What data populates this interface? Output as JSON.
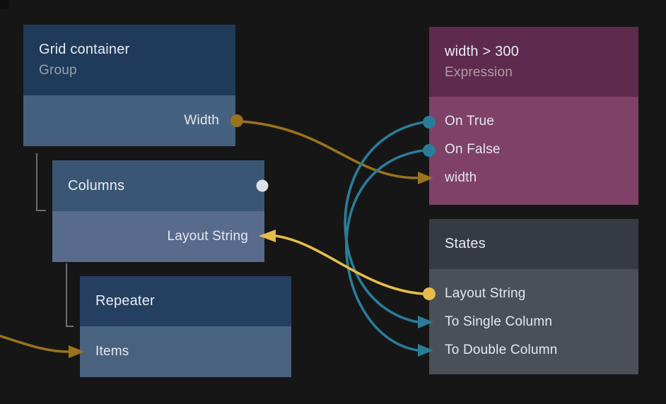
{
  "colors": {
    "background": "#161616",
    "wire_gold": "#9a731d",
    "wire_yellow": "#e6bd4a",
    "wire_teal": "#2a7d99",
    "port_dot_white": "#dde1ea",
    "tree_connector": "#6e6e6e",
    "expression_accent": "#5e2a4d",
    "group_node_accent": "#203a59",
    "states_accent": "#363a42"
  },
  "nodes": {
    "grid_container": {
      "title": "Grid container",
      "subtitle": "Group",
      "ports": {
        "width": "Width"
      }
    },
    "columns": {
      "title": "Columns",
      "ports": {
        "layout_string": "Layout String"
      }
    },
    "repeater": {
      "title": "Repeater",
      "ports": {
        "items": "Items"
      }
    },
    "expression": {
      "title": "width > 300",
      "subtitle": "Expression",
      "ports": {
        "on_true": "On True",
        "on_false": "On False",
        "width": "width"
      }
    },
    "states": {
      "title": "States",
      "ports": {
        "layout_string": "Layout String",
        "to_single_column": "To Single Column",
        "to_double_column": "To Double Column"
      }
    }
  }
}
